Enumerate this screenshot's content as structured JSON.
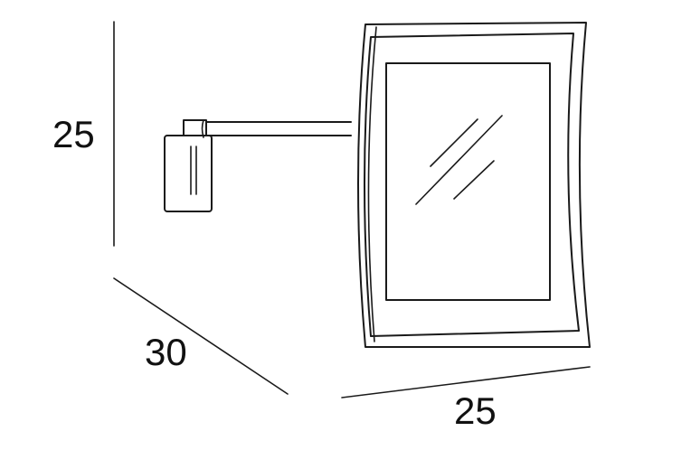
{
  "dimensions": {
    "height": "25",
    "depth": "30",
    "width": "25"
  },
  "colors": {
    "line": "#1a1a1a",
    "background": "#ffffff"
  }
}
